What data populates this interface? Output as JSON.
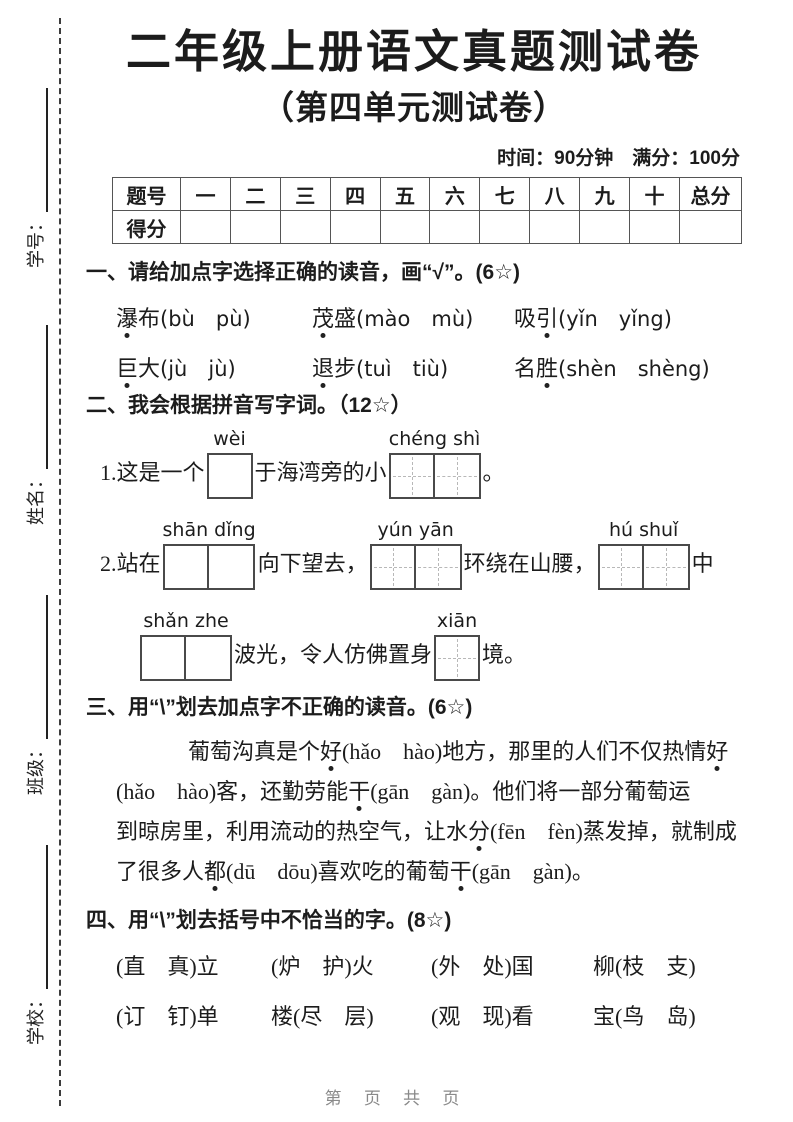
{
  "header": {
    "title": "二年级上册语文真题测试卷",
    "subtitle": "（第四单元测试卷）",
    "meta": "时间：90分钟　满分：100分"
  },
  "sidebar": {
    "fields": [
      {
        "label": "学号："
      },
      {
        "label": "姓名："
      },
      {
        "label": "班级："
      },
      {
        "label": "学校："
      }
    ]
  },
  "score_table": {
    "headers": [
      "题号",
      "一",
      "二",
      "三",
      "四",
      "五",
      "六",
      "七",
      "八",
      "九",
      "十",
      "总分"
    ],
    "score_row_label": "得分"
  },
  "sections": {
    "q1": {
      "title": "一、请给加点字选择正确的读音，画“√”。(6☆)",
      "items": [
        {
          "chars": [
            {
              "c": "瀑",
              "dot": true
            },
            {
              "c": "布"
            }
          ],
          "options": "(bù　pù)"
        },
        {
          "chars": [
            {
              "c": "茂",
              "dot": true
            },
            {
              "c": "盛"
            }
          ],
          "options": "(mào　mù)"
        },
        {
          "chars": [
            {
              "c": "吸"
            },
            {
              "c": "引",
              "dot": true
            }
          ],
          "options": "(yǐn　yǐng)"
        },
        {
          "chars": [
            {
              "c": "巨",
              "dot": true
            },
            {
              "c": "大"
            }
          ],
          "options": "(jù　jù)"
        },
        {
          "chars": [
            {
              "c": "退",
              "dot": true
            },
            {
              "c": "步"
            }
          ],
          "options": "(tuì　tiù)"
        },
        {
          "chars": [
            {
              "c": "名"
            },
            {
              "c": "胜",
              "dot": true
            }
          ],
          "options": "(shèn　shèng)"
        }
      ]
    },
    "q2": {
      "title": "二、我会根据拼音写字词。（12☆）",
      "lines": [
        {
          "indent": false,
          "segments": [
            {
              "type": "text",
              "text": "1.这是一个"
            },
            {
              "type": "boxes",
              "pinyin": "wèi",
              "cells": 1,
              "grid": false
            },
            {
              "type": "text",
              "text": "于海湾旁的小"
            },
            {
              "type": "boxes",
              "pinyin": "chéng shì",
              "cells": 2,
              "grid": true
            },
            {
              "type": "text",
              "text": "。"
            }
          ]
        },
        {
          "indent": false,
          "segments": [
            {
              "type": "text",
              "text": "2.站在"
            },
            {
              "type": "boxes",
              "pinyin": "shān dǐng",
              "cells": 2,
              "grid": false
            },
            {
              "type": "text",
              "text": "向下望去，"
            },
            {
              "type": "boxes",
              "pinyin": "yún yān",
              "cells": 2,
              "grid": true
            },
            {
              "type": "text",
              "text": "环绕在山腰，"
            },
            {
              "type": "boxes",
              "pinyin": "hú shuǐ",
              "cells": 2,
              "grid": true
            },
            {
              "type": "text",
              "text": "中"
            }
          ]
        },
        {
          "indent": true,
          "segments": [
            {
              "type": "boxes",
              "pinyin": "shǎn zhe",
              "cells": 2,
              "grid": false
            },
            {
              "type": "text",
              "text": "波光，令人仿佛置身"
            },
            {
              "type": "boxes",
              "pinyin": "xiān",
              "cells": 1,
              "grid": true
            },
            {
              "type": "text",
              "text": "境。"
            }
          ]
        }
      ]
    },
    "q3": {
      "title": "三、用“\\”划去加点字不正确的读音。(6☆)",
      "lines": [
        [
          {
            "t": "葡萄沟真是个"
          },
          {
            "t": "好",
            "dot": true
          },
          {
            "t": "(hǎo　hào)地方，那里的人们不仅热情"
          },
          {
            "t": "好",
            "dot": true
          }
        ],
        [
          {
            "t": "(hǎo　hào)客，还勤劳能"
          },
          {
            "t": "干",
            "dot": true
          },
          {
            "t": "(gān　gàn)。他们将一部分葡萄运"
          }
        ],
        [
          {
            "t": "到晾房里，利用流动的热空气，让水"
          },
          {
            "t": "分",
            "dot": true
          },
          {
            "t": "(fēn　fèn)蒸发掉，就制成"
          }
        ],
        [
          {
            "t": "了很多人"
          },
          {
            "t": "都",
            "dot": true
          },
          {
            "t": "(dū　dōu)喜欢吃的葡萄"
          },
          {
            "t": "干",
            "dot": true
          },
          {
            "t": "(gān　gàn)。"
          }
        ]
      ]
    },
    "q4": {
      "title": "四、用“\\”划去括号中不恰当的字。(8☆)",
      "rows": [
        [
          "(直　真)立",
          "(炉　护)火",
          "(外　处)国",
          "柳(枝　支)"
        ],
        [
          "(订　钉)单",
          "楼(尽　层)",
          "(观　现)看",
          "宝(鸟　岛)"
        ]
      ]
    }
  },
  "footer": {
    "text": "第 页 共 页"
  }
}
